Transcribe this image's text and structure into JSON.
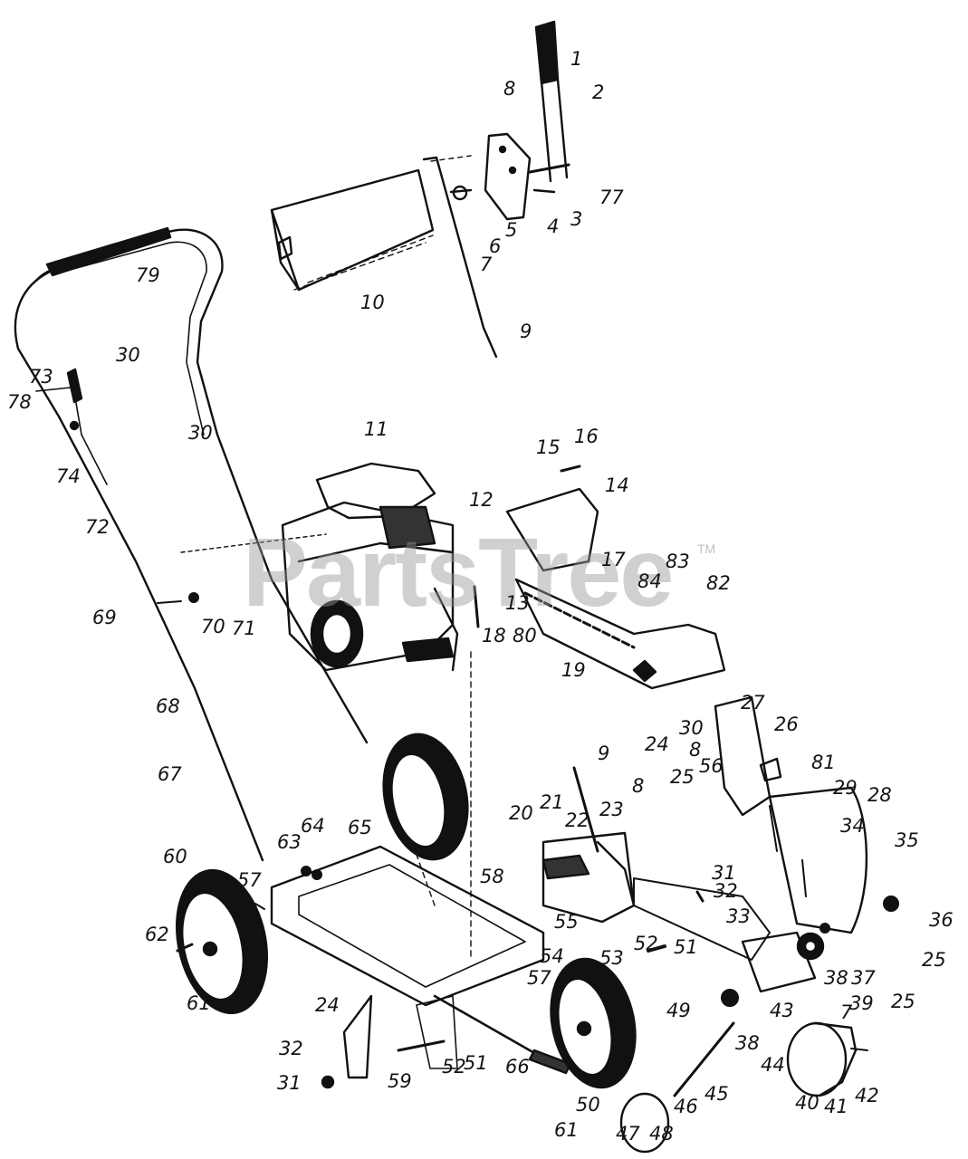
{
  "watermark": {
    "text": "PartsTree",
    "mark": "TM"
  },
  "part_labels": [
    "1",
    "2",
    "8",
    "77",
    "3",
    "4",
    "5",
    "6",
    "7",
    "9",
    "10",
    "79",
    "30",
    "30",
    "73",
    "78",
    "74",
    "72",
    "11",
    "15",
    "16",
    "12",
    "14",
    "17",
    "83",
    "84",
    "82",
    "13",
    "80",
    "18",
    "19",
    "69",
    "70",
    "71",
    "68",
    "67",
    "27",
    "26",
    "24",
    "30",
    "8",
    "56",
    "9",
    "81",
    "25",
    "29",
    "28",
    "20",
    "21",
    "22",
    "23",
    "8",
    "34",
    "35",
    "65",
    "63",
    "64",
    "60",
    "57",
    "58",
    "31",
    "32",
    "33",
    "36",
    "62",
    "55",
    "52",
    "51",
    "54",
    "53",
    "25",
    "61",
    "49",
    "38",
    "37",
    "39",
    "24",
    "25",
    "7",
    "57",
    "43",
    "32",
    "59",
    "52",
    "51",
    "66",
    "38",
    "44",
    "45",
    "31",
    "42",
    "40",
    "41",
    "46",
    "50",
    "61",
    "47",
    "48"
  ]
}
